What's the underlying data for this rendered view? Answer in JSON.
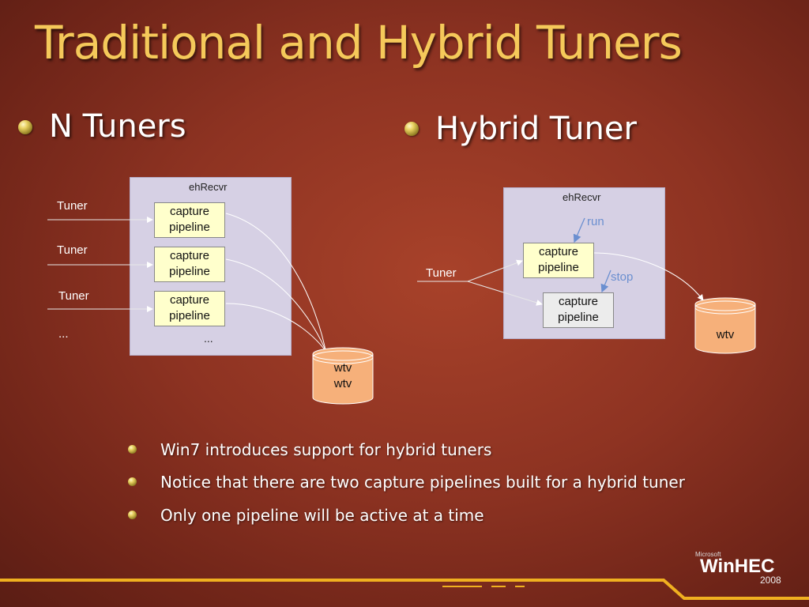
{
  "title": "Traditional and Hybrid Tuners",
  "left": {
    "heading": "N Tuners",
    "panel_label": "ehRecvr",
    "tuners": [
      "Tuner",
      "Tuner",
      "Tuner"
    ],
    "outside_ellipsis": "...",
    "pipelines": [
      {
        "line1": "capture",
        "line2": "pipeline"
      },
      {
        "line1": "capture",
        "line2": "pipeline"
      },
      {
        "line1": "capture",
        "line2": "pipeline"
      }
    ],
    "inside_ellipsis": "...",
    "storage": [
      "wtv",
      "wtv"
    ]
  },
  "right": {
    "heading": "Hybrid Tuner",
    "panel_label": "ehRecvr",
    "tuner": "Tuner",
    "run_label": "run",
    "stop_label": "stop",
    "active_pipeline": {
      "line1": "capture",
      "line2": "pipeline"
    },
    "inactive_pipeline": {
      "line1": "capture",
      "line2": "pipeline"
    },
    "storage": "wtv"
  },
  "notes": [
    "Win7 introduces support for hybrid tuners",
    "Notice that there are two capture pipelines built for a hybrid tuner",
    "Only one pipeline will be active at a time"
  ],
  "logo": {
    "brand": "Microsoft",
    "name": "WinHEC",
    "year": "2008"
  },
  "colors": {
    "title": "#f5c95a",
    "pipeline_fill": "#ffffcc",
    "storage_fill": "#f6b07a",
    "panel_fill": "#d6d0e4",
    "annotation": "#6b8fd0",
    "stripe": "#f0b020"
  }
}
